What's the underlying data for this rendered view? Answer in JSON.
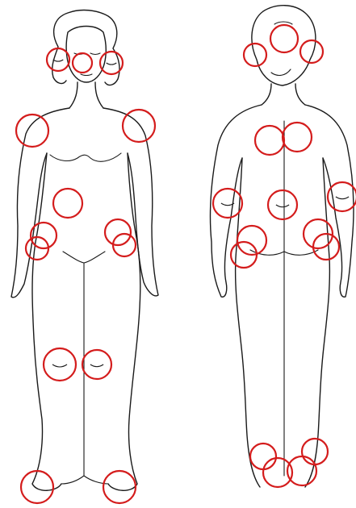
{
  "figures": [
    {
      "id": "front",
      "view": "front"
    },
    {
      "id": "back",
      "view": "back"
    }
  ],
  "marker_color": "#d41c1c",
  "outline_color": "#1a1a1a",
  "background_color": "#ffffff",
  "markers": {
    "front": [
      {
        "name": "left-ear-marker"
      },
      {
        "name": "nose-marker"
      },
      {
        "name": "right-ear-marker"
      },
      {
        "name": "left-shoulder-marker"
      },
      {
        "name": "right-shoulder-marker"
      },
      {
        "name": "abdomen-marker"
      },
      {
        "name": "left-hip-upper-marker"
      },
      {
        "name": "left-hip-lower-marker"
      },
      {
        "name": "right-hip-upper-marker"
      },
      {
        "name": "right-hip-lower-marker"
      },
      {
        "name": "left-knee-marker"
      },
      {
        "name": "right-knee-marker"
      },
      {
        "name": "left-foot-marker"
      },
      {
        "name": "right-foot-marker"
      }
    ],
    "back": [
      {
        "name": "back-head-marker"
      },
      {
        "name": "back-left-ear-marker"
      },
      {
        "name": "back-right-ear-marker"
      },
      {
        "name": "upper-back-left-marker"
      },
      {
        "name": "upper-back-right-marker"
      },
      {
        "name": "back-left-elbow-marker"
      },
      {
        "name": "lower-back-marker"
      },
      {
        "name": "back-right-elbow-marker"
      },
      {
        "name": "buttock-left-upper-marker"
      },
      {
        "name": "buttock-left-lower-marker"
      },
      {
        "name": "buttock-right-upper-marker"
      },
      {
        "name": "buttock-right-lower-marker"
      },
      {
        "name": "left-heel-upper-marker"
      },
      {
        "name": "left-heel-lower-marker"
      },
      {
        "name": "right-heel-upper-marker"
      },
      {
        "name": "right-heel-lower-marker"
      }
    ]
  }
}
